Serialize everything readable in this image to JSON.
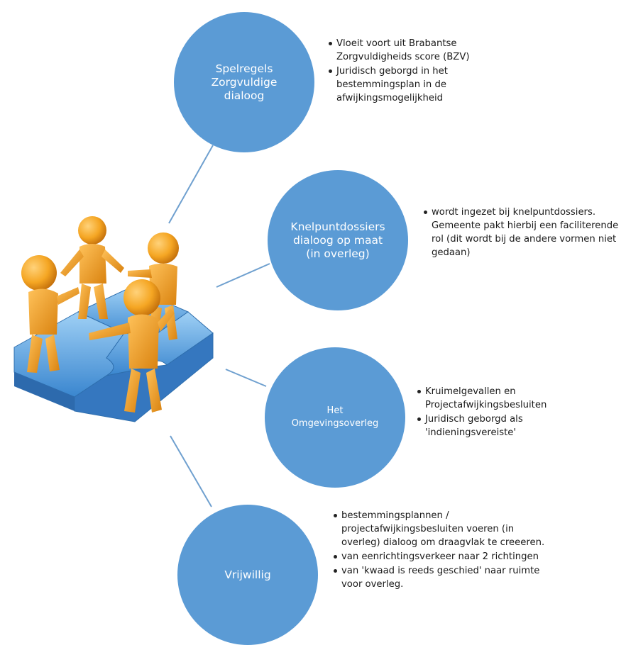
{
  "nodes": [
    {
      "title": "Spelregels\nZorgvuldige\ndialoog",
      "bullets": [
        "Vloeit voort uit Brabantse Zorgvuldigheids score (BZV)",
        "Juridisch geborgd in het bestemmingsplan in de afwijkingsmogelijkheid"
      ]
    },
    {
      "title": "Knelpuntdossiers\ndialoog op maat\n(in overleg)",
      "bullets": [
        "wordt ingezet bij knelpuntdossiers. Gemeente pakt hierbij een faciliterende rol (dit wordt bij de andere vormen niet gedaan)"
      ]
    },
    {
      "title": "Het\nOmgevingsoverleg",
      "bullets": [
        "Kruimelgevallen en Projectafwijkingsbesluiten",
        "Juridisch geborgd als 'indieningsvereiste'"
      ]
    },
    {
      "title": "Vrijwillig",
      "bullets": [
        "bestemmingsplannen / projectafwijkingsbesluiten voeren (in overleg) dialoog om draagvlak te creeeren.",
        "van eenrichtingsverkeer naar 2 richtingen",
        "van 'kwaad is reeds geschied' naar ruimte voor overleg."
      ]
    }
  ],
  "colors": {
    "circle": "#5b9bd5",
    "connector": "#6fa0cf",
    "figure": "#f39c12",
    "puzzle": "#4a90d9"
  }
}
